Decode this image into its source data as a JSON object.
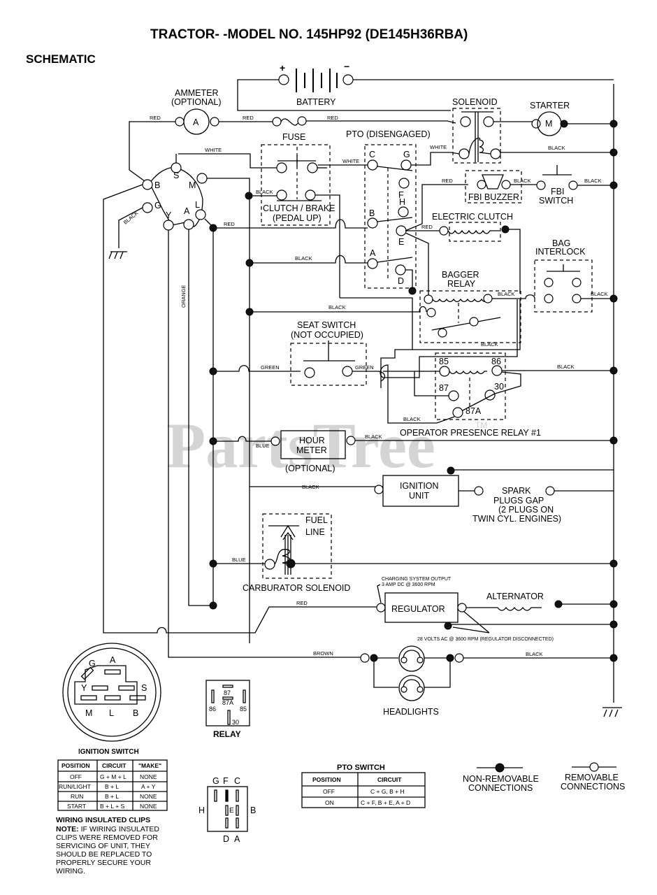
{
  "header": {
    "title": "TRACTOR- -MODEL NO. 145HP92 (DE145H36RBA)",
    "section": "SCHEMATIC"
  },
  "watermark": {
    "text": "PartsTree",
    "tm": "TM"
  },
  "components": {
    "battery": {
      "label": "BATTERY",
      "plus": "+",
      "minus": "−"
    },
    "ammeter": {
      "label1": "AMMETER",
      "label2": "(OPTIONAL)",
      "symbol": "A"
    },
    "fuse": "FUSE",
    "solenoid": "SOLENOID",
    "starter": {
      "label": "STARTER",
      "symbol": "M"
    },
    "pto": {
      "label": "PTO (DISENGAGED)",
      "terminals": [
        "C",
        "G",
        "F",
        "H",
        "B",
        "E",
        "A",
        "D"
      ]
    },
    "clutch_brake": {
      "label1": "CLUTCH / BRAKE",
      "label2": "(PEDAL UP)"
    },
    "fbi_buzzer": "FBI BUZZER",
    "fbi_switch": {
      "label1": "FBI",
      "label2": "SWITCH"
    },
    "electric_clutch": "ELECTRIC CLUTCH",
    "bag_interlock": {
      "label1": "BAG",
      "label2": "INTERLOCK"
    },
    "bagger_relay": {
      "label1": "BAGGER",
      "label2": "RELAY"
    },
    "seat_switch": {
      "label1": "SEAT SWITCH",
      "label2": "(NOT OCCUPIED)"
    },
    "op_relay": {
      "label": "OPERATOR PRESENCE RELAY #1",
      "terminals": [
        "85",
        "86",
        "87",
        "30",
        "87A"
      ]
    },
    "hour_meter": {
      "label1": "HOUR",
      "label2": "METER",
      "label3": "(OPTIONAL)"
    },
    "ignition_unit": {
      "label1": "IGNITION",
      "label2": "UNIT"
    },
    "spark": {
      "label1": "SPARK",
      "label2": "PLUGS GAP",
      "label3": "(2 PLUGS ON",
      "label4": "TWIN CYL. ENGINES)"
    },
    "fuel_line": {
      "label1": "FUEL",
      "label2": "LINE"
    },
    "carb": "CARBURATOR SOLENOID",
    "regulator": "REGULATOR",
    "alternator": "ALTERNATOR",
    "charging_note1": "CHARGING SYSTEM OUTPUT",
    "charging_note2": "3 AMP DC @ 3600 RPM",
    "ac_note": "28 VOLTS AC @ 3600 RPM (REGULATOR DISCONNECTED)",
    "headlights": "HEADLIGHTS",
    "ign_terminals": [
      "S",
      "B",
      "M",
      "G",
      "L",
      "A",
      "Y"
    ]
  },
  "wires": {
    "red": "RED",
    "white": "WHITE",
    "black": "BLACK",
    "orange": "ORANGE",
    "green": "GREEN",
    "blue": "BLUE",
    "brown": "BROWN"
  },
  "ignition_switch_face": {
    "terminals": [
      "G",
      "A",
      "Y",
      "S",
      "M",
      "L",
      "B"
    ]
  },
  "relay_diagram": {
    "label": "RELAY",
    "pins": [
      "87",
      "87A",
      "86",
      "85",
      "30"
    ]
  },
  "ignition_switch_table": {
    "title": "IGNITION SWITCH",
    "headers": [
      "POSITION",
      "CIRCUIT",
      "\"MAKE\""
    ],
    "rows": [
      [
        "OFF",
        "G + M + L",
        "NONE"
      ],
      [
        "RUN/LIGHT",
        "B + L",
        "A + Y"
      ],
      [
        "RUN",
        "B + L",
        "NONE"
      ],
      [
        "START",
        "B + L + S",
        "NONE"
      ]
    ]
  },
  "pto_face": {
    "top": [
      "G",
      "F",
      "C"
    ],
    "left": "H",
    "right": "B",
    "center": "E",
    "bottom": [
      "D",
      "A"
    ]
  },
  "pto_switch_table": {
    "title": "PTO SWITCH",
    "headers": [
      "POSITION",
      "CIRCUIT"
    ],
    "rows": [
      [
        "OFF",
        "C + G, B + H"
      ],
      [
        "ON",
        "C + F, B + E, A + D"
      ]
    ]
  },
  "legend": {
    "non_removable1": "NON-REMOVABLE",
    "non_removable2": "CONNECTIONS",
    "removable1": "REMOVABLE",
    "removable2": "CONNECTIONS"
  },
  "note": {
    "title": "WIRING INSULATED CLIPS",
    "prefix": "NOTE:",
    "lines": [
      " IF WIRING INSULATED",
      "CLIPS WERE REMOVED FOR",
      "SERVICING OF UNIT, THEY",
      "SHOULD BE REPLACED TO",
      "PROPERLY SECURE YOUR",
      " WIRING."
    ]
  }
}
